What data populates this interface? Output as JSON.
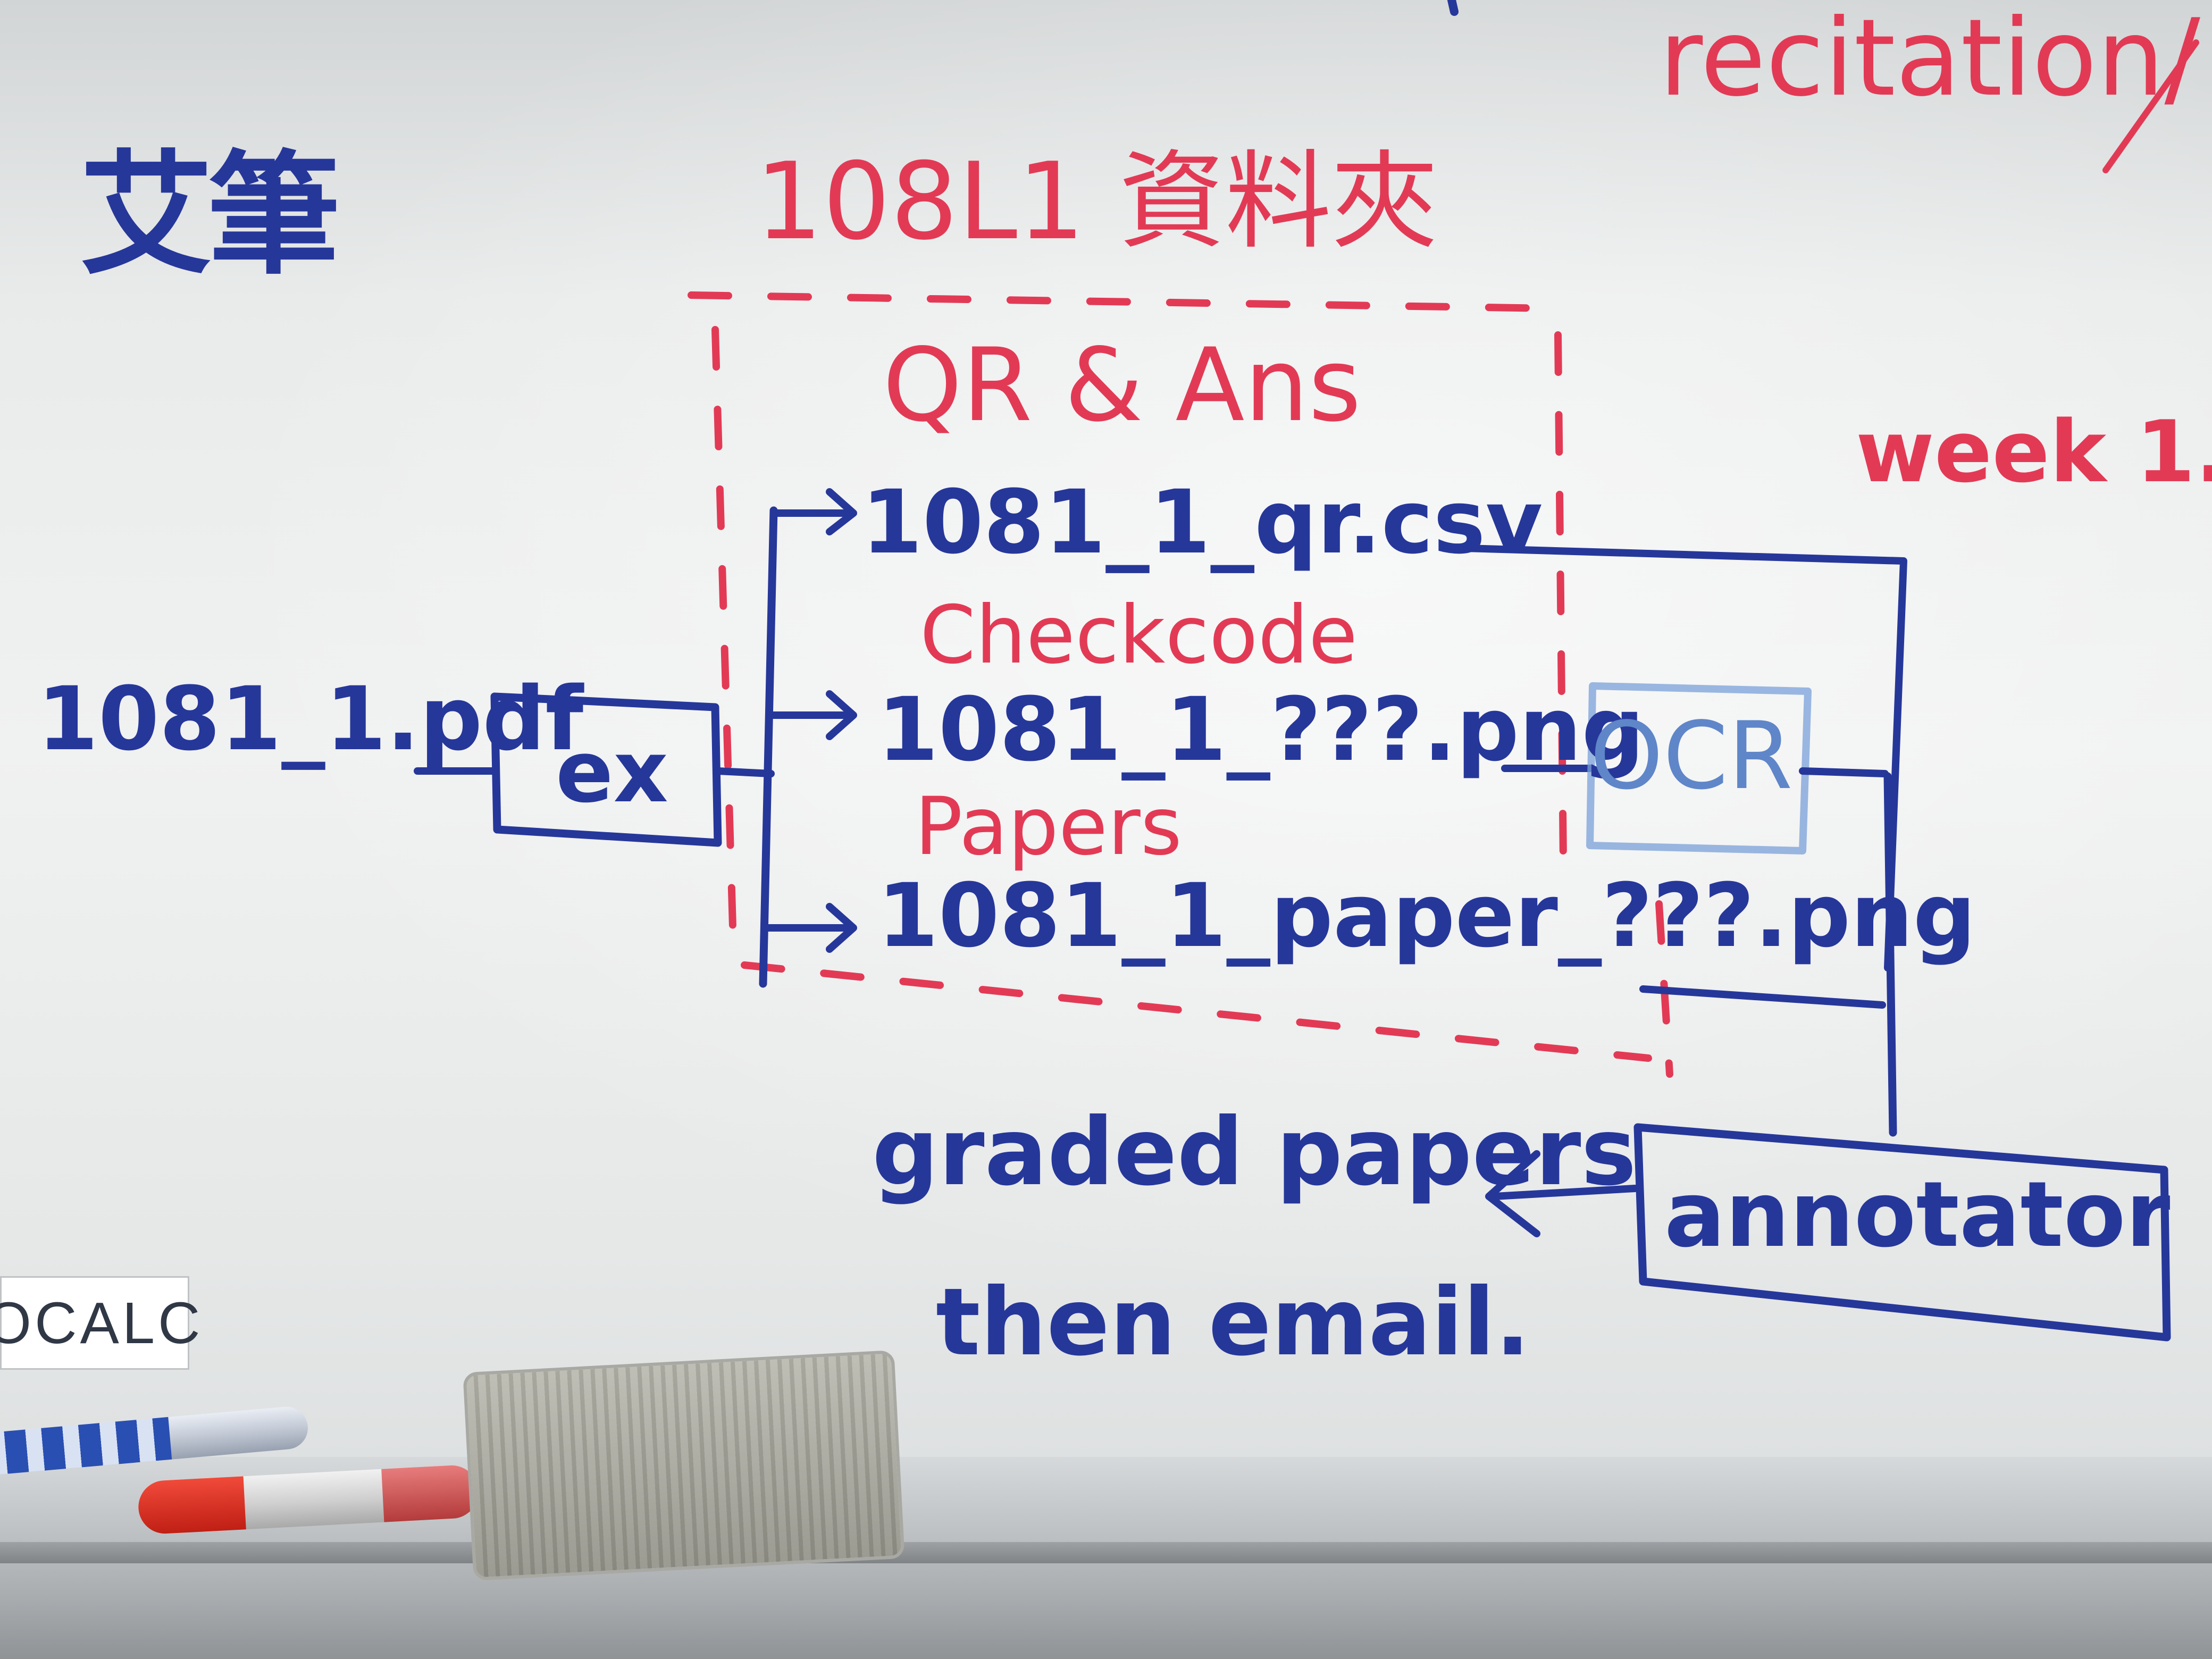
{
  "board": {
    "title_chinese": "艾筆",
    "folder_title": "108L1 資料夾",
    "recitation": "recitation/",
    "week": "week 1.",
    "qr_ans": "QR & Ans",
    "checkcode": "Checkcode",
    "papers": "Papers"
  },
  "pipeline": {
    "source_file": "1081_1.pdf",
    "extract_step": "ex",
    "qr_file": "1081_1_qr.csv",
    "checkcode_file": "1081_1_???.png",
    "paper_file": "1081_1_paper_???.png",
    "ocr_step": "OCR",
    "annotator_step": "annotator",
    "graded_output": "graded papers",
    "then_email": "then email."
  },
  "wall_badge": "OCALC",
  "colors": {
    "blue_ink": "#26379a",
    "red_ink": "#e23a55",
    "board": "#f0f1f1"
  }
}
